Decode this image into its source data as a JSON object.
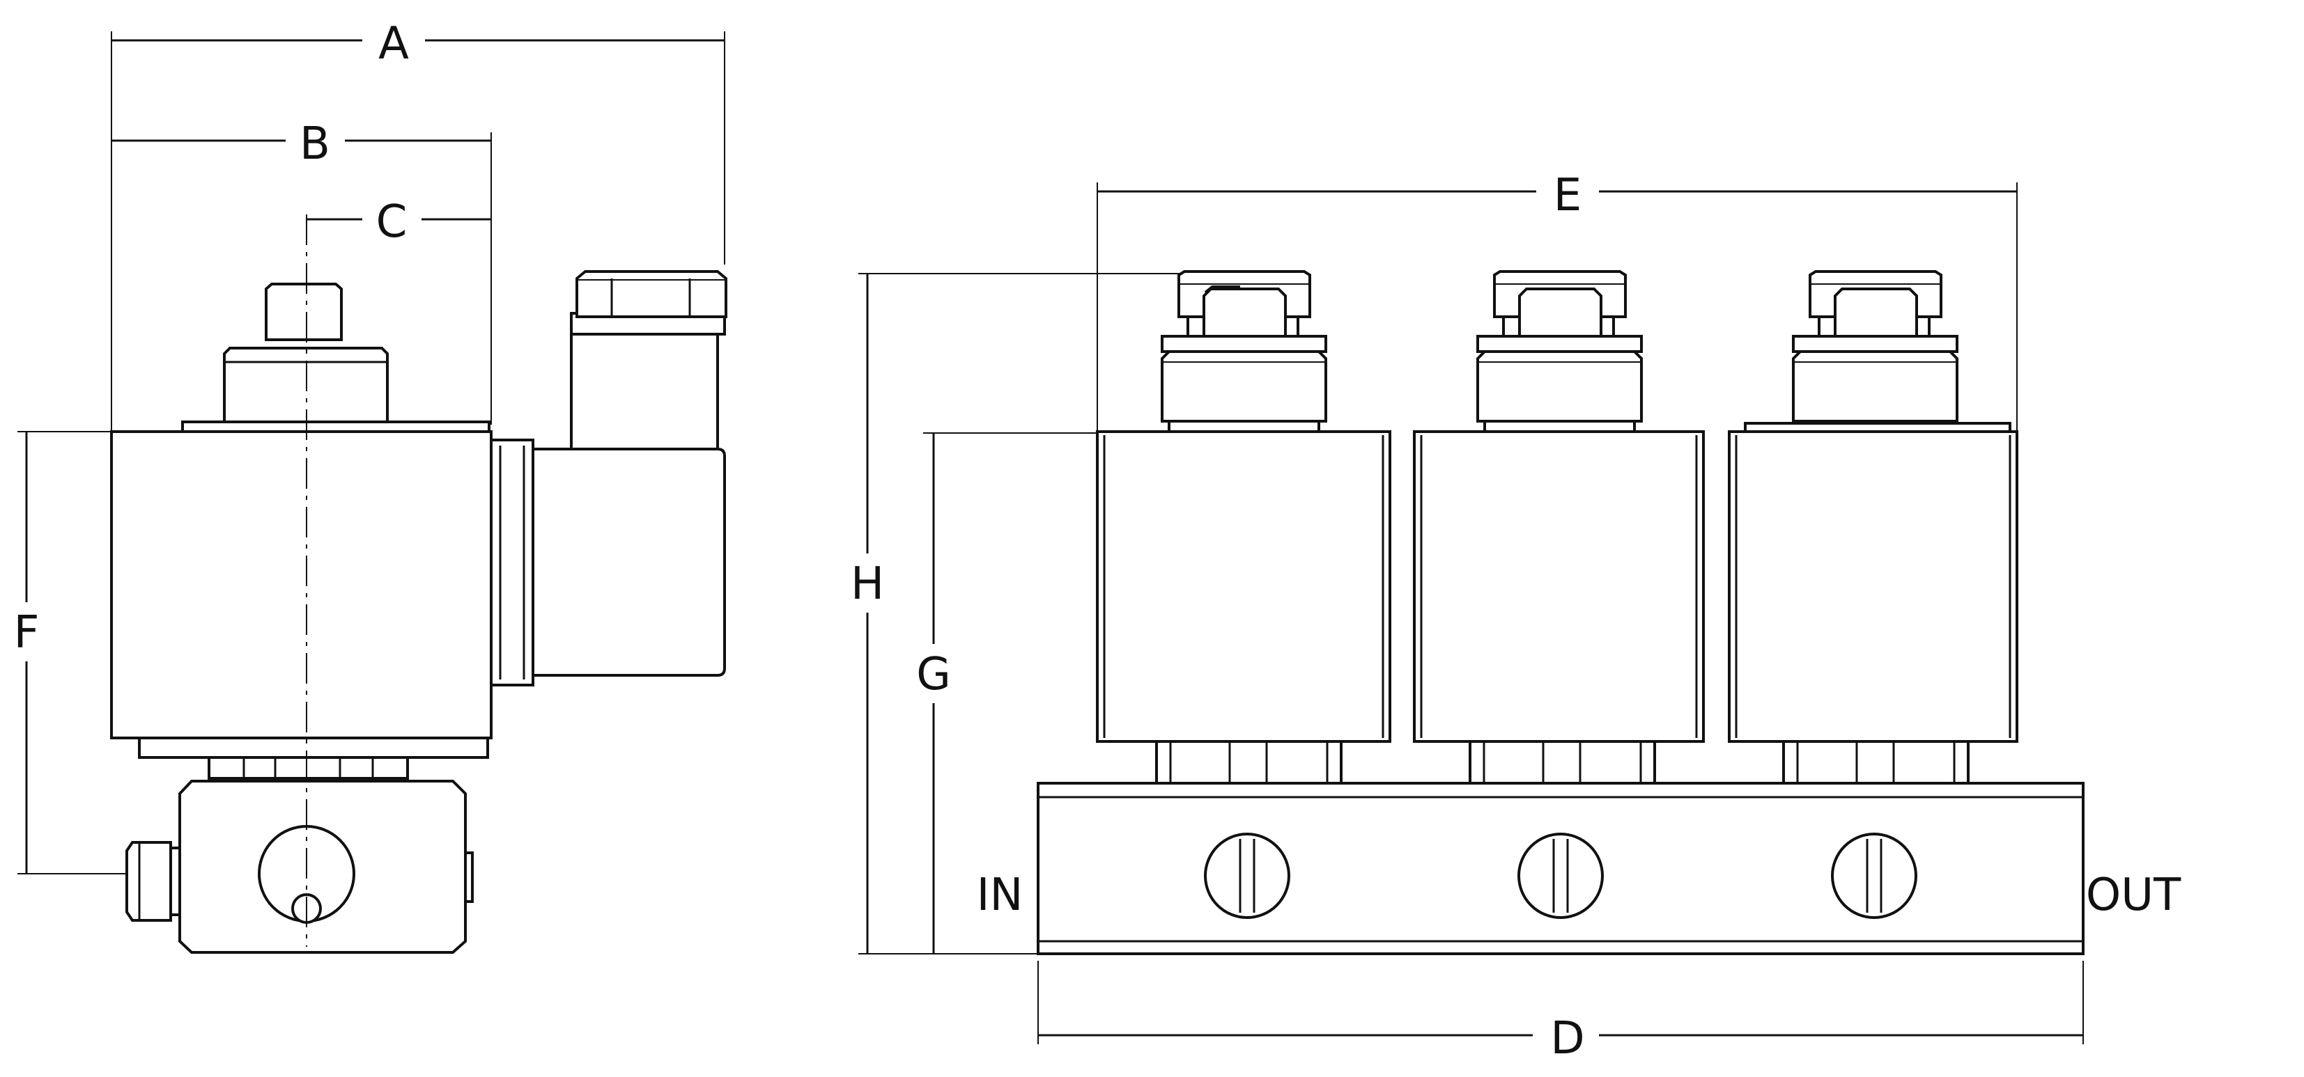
{
  "dimensions": {
    "a": "A",
    "b": "B",
    "c": "C",
    "d": "D",
    "e": "E",
    "f": "F",
    "g": "G",
    "h": "H"
  },
  "ports": {
    "inlet": "IN",
    "outlet": "OUT"
  },
  "colors": {
    "line": "#111111",
    "background": "#ffffff"
  }
}
